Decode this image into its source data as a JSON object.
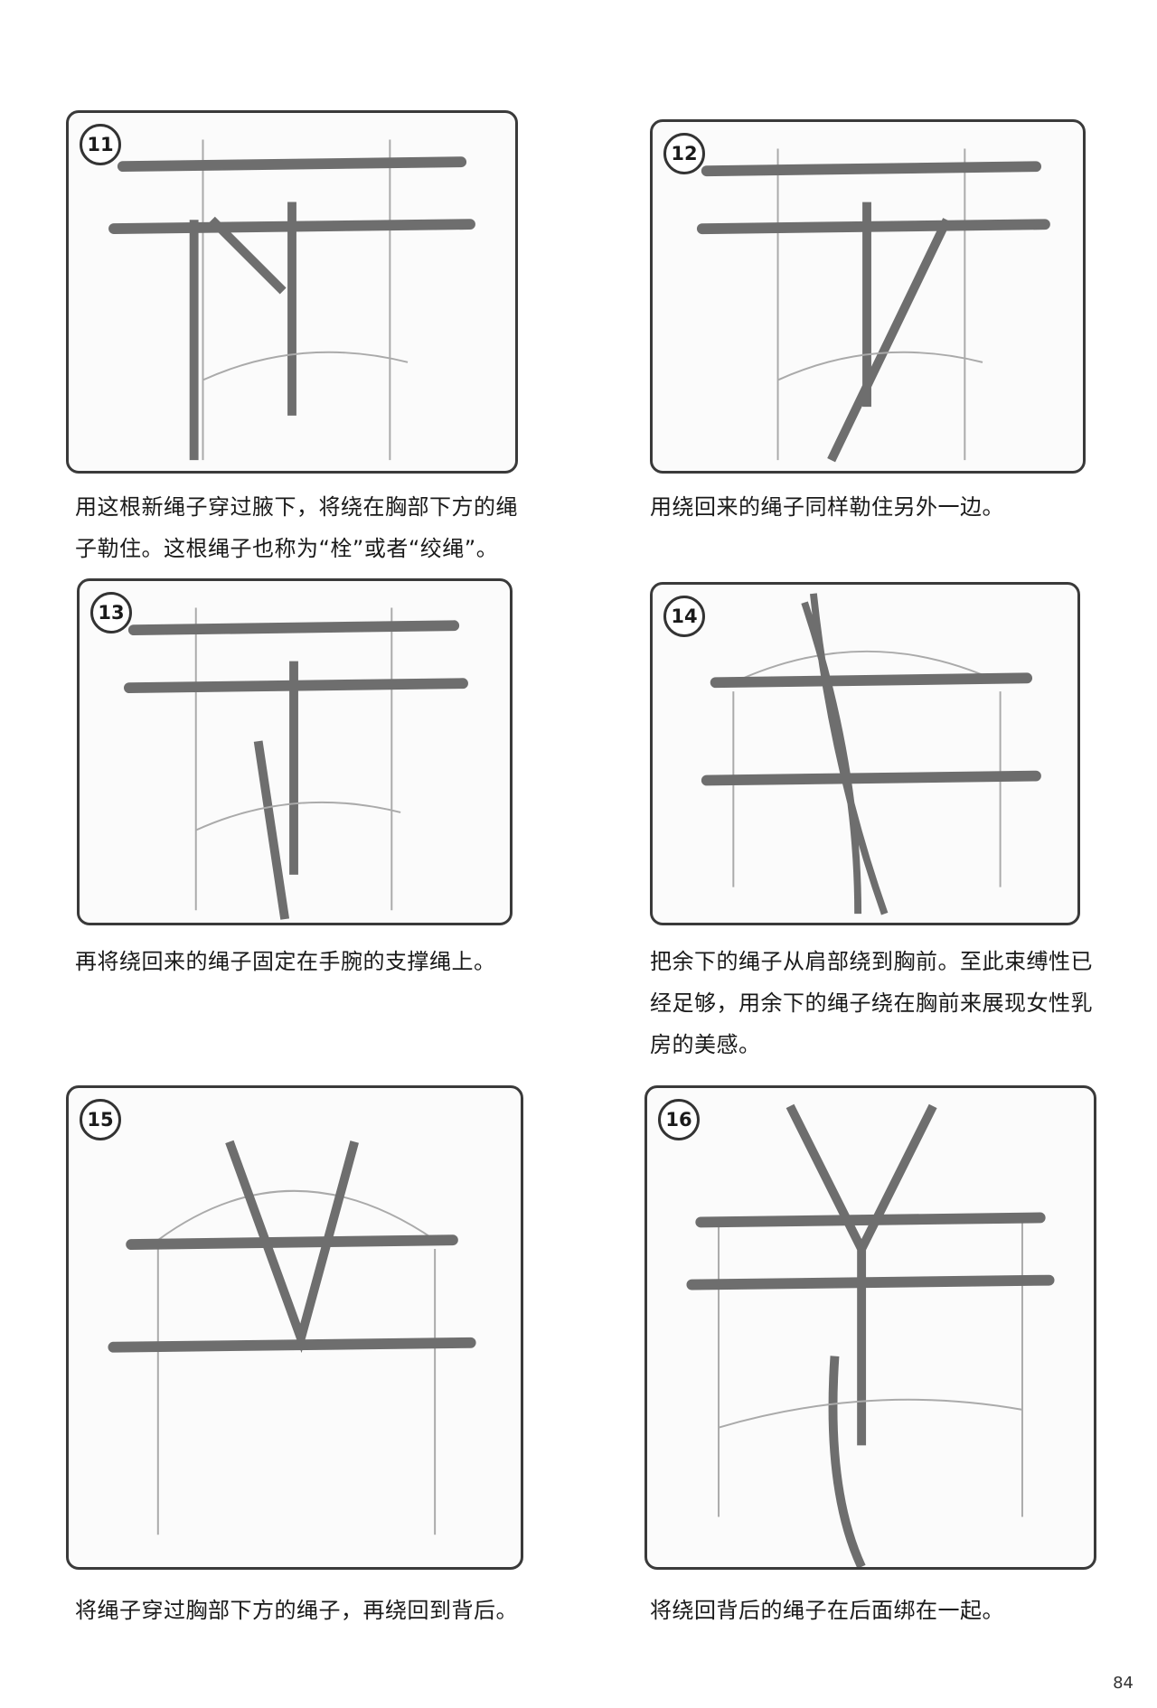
{
  "steps": [
    {
      "number": "11",
      "caption_lines": [
        "用这根新绳子穿过腋下，将绕在胸部下方的绳",
        "子勒住。这根绳子也称为“栓”或者“绞绳”。"
      ]
    },
    {
      "number": "12",
      "caption_lines": [
        "用绕回来的绳子同样勒住另外一边。"
      ]
    },
    {
      "number": "13",
      "caption_lines": [
        "再将绕回来的绳子固定在手腕的支撑绳上。"
      ]
    },
    {
      "number": "14",
      "caption_lines": [
        "把余下的绳子从肩部绕到胸前。至此束缚性已",
        "经足够，用余下的绳子绕在胸前来展现女性乳",
        "房的美感。"
      ]
    },
    {
      "number": "15",
      "caption_lines": [
        "将绳子穿过胸部下方的绳子，再绕回到背后。"
      ]
    },
    {
      "number": "16",
      "caption_lines": [
        "将绕回背后的绳子在后面绑在一起。"
      ]
    }
  ],
  "page_number": "84",
  "colors": {
    "rope": "#6e6e6e",
    "frame": "#3a3a3a",
    "figure_line": "#9a9a9a"
  }
}
